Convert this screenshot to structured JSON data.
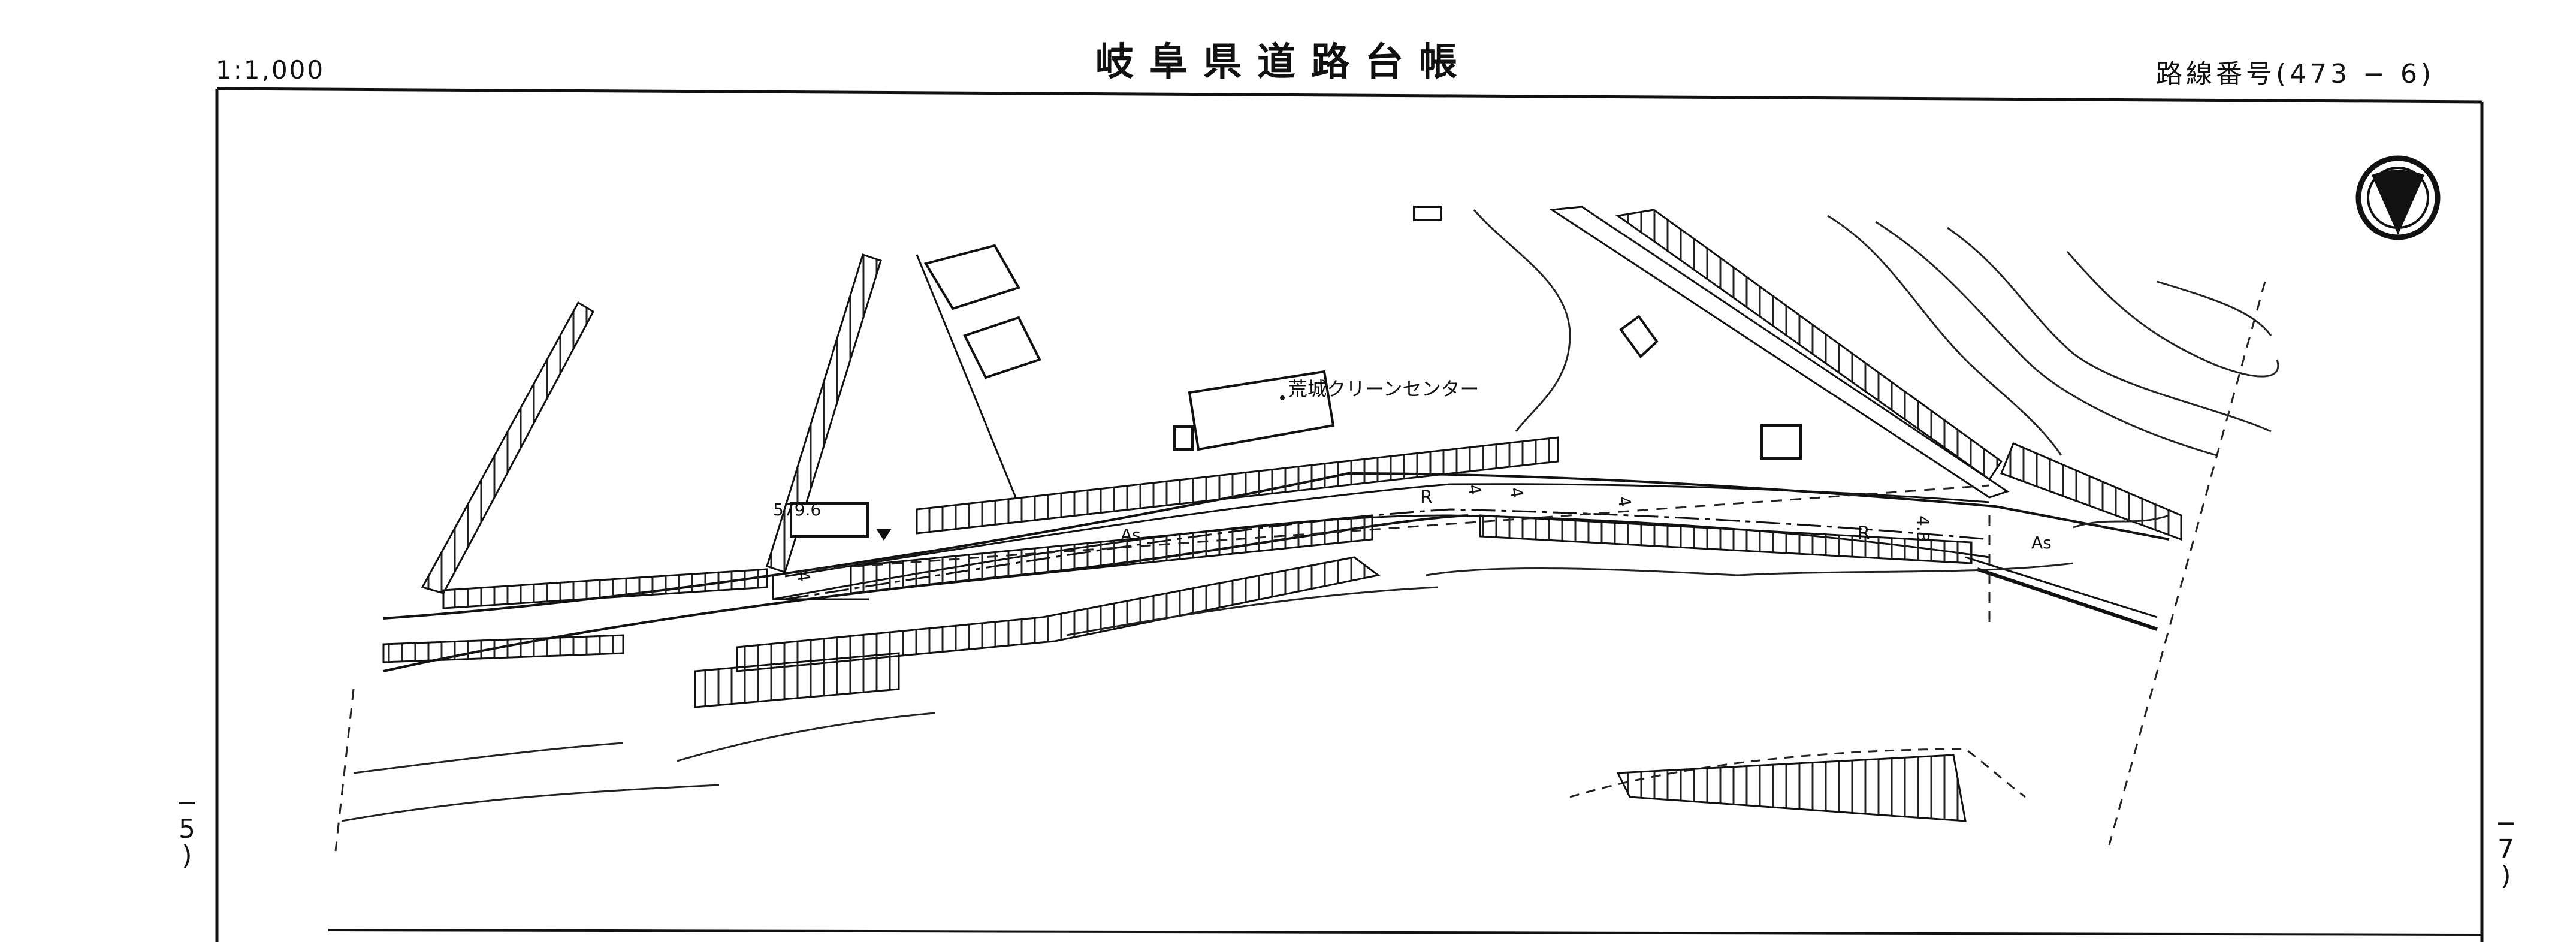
{
  "header": {
    "scale": "1:1,000",
    "title": "岐阜県道路台帳",
    "route_number": "路線番号(473 − 6)"
  },
  "sheet_links": {
    "previous": [
      "−",
      "5",
      ")"
    ],
    "next": [
      "−",
      "7",
      ")"
    ]
  },
  "map": {
    "facility_label": "荒城クリーンセンター",
    "elevation_label": "579.6",
    "surface_labels": [
      "As",
      "As"
    ],
    "road_marks": [
      "R",
      "R"
    ],
    "width_labels": [
      "4",
      "4",
      "4",
      "4",
      "4.3"
    ],
    "north_arrow": "north-arrow-icon"
  }
}
